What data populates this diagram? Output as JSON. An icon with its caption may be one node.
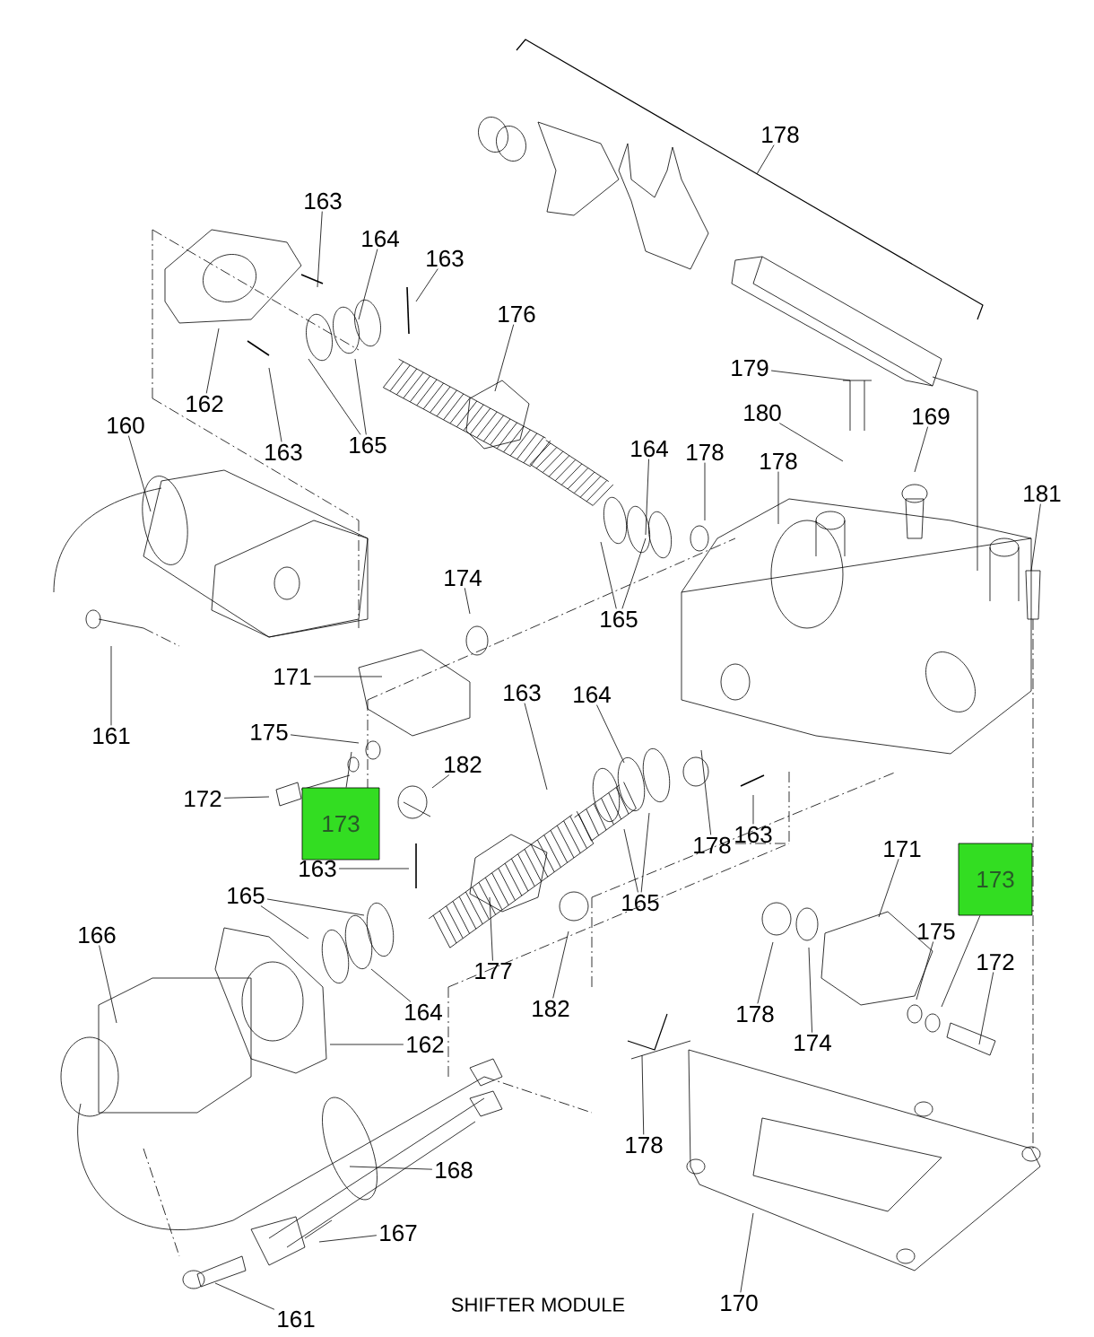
{
  "diagram": {
    "caption": "SHIFTER MODULE",
    "nodes": [
      {
        "text": [
          "178"
        ]
      },
      {
        "text": [
          "163"
        ]
      },
      {
        "text": [
          "164"
        ]
      },
      {
        "text": [
          "163"
        ]
      },
      {
        "text": [
          "176"
        ]
      },
      {
        "text": [
          "162"
        ]
      },
      {
        "text": [
          "163"
        ]
      },
      {
        "text": [
          "165"
        ]
      },
      {
        "text": [
          "160"
        ]
      },
      {
        "text": [
          "164"
        ]
      },
      {
        "text": [
          "179"
        ]
      },
      {
        "text": [
          "180"
        ]
      },
      {
        "text": [
          "178"
        ]
      },
      {
        "text": [
          "178"
        ]
      },
      {
        "text": [
          "169"
        ]
      },
      {
        "text": [
          "165"
        ]
      },
      {
        "text": [
          "181"
        ]
      },
      {
        "text": [
          "174"
        ]
      },
      {
        "text": [
          "171"
        ]
      },
      {
        "text": [
          "161"
        ]
      },
      {
        "text": [
          "175"
        ]
      },
      {
        "text": [
          "172"
        ]
      },
      {
        "text": [
          "173"
        ]
      },
      {
        "text": [
          "182"
        ]
      },
      {
        "text": [
          "163"
        ]
      },
      {
        "text": [
          "163"
        ]
      },
      {
        "text": [
          "164"
        ]
      },
      {
        "text": [
          "178"
        ]
      },
      {
        "text": [
          "163"
        ]
      },
      {
        "text": [
          "165"
        ]
      },
      {
        "text": [
          "165"
        ]
      },
      {
        "text": [
          "177"
        ]
      },
      {
        "text": [
          "164"
        ]
      },
      {
        "text": [
          "166"
        ]
      },
      {
        "text": [
          "162"
        ]
      },
      {
        "text": [
          "182"
        ]
      },
      {
        "text": [
          "171"
        ]
      },
      {
        "text": [
          "173"
        ]
      },
      {
        "text": [
          "175"
        ]
      },
      {
        "text": [
          "172"
        ]
      },
      {
        "text": [
          "178"
        ]
      },
      {
        "text": [
          "174"
        ]
      },
      {
        "text": [
          "178"
        ]
      },
      {
        "text": [
          "168"
        ]
      },
      {
        "text": [
          "167"
        ]
      },
      {
        "text": [
          "161"
        ]
      },
      {
        "text": [
          "170"
        ]
      }
    ],
    "edges": [
      {
        "from": 0,
        "to": null,
        "arrow": "none"
      },
      {
        "from": 1,
        "to": null,
        "arrow": "none"
      },
      {
        "from": 2,
        "to": null,
        "arrow": "none"
      },
      {
        "from": 3,
        "to": null,
        "arrow": "none"
      },
      {
        "from": 4,
        "to": null,
        "arrow": "none"
      },
      {
        "from": 5,
        "to": null,
        "arrow": "none"
      },
      {
        "from": 6,
        "to": null,
        "arrow": "none"
      },
      {
        "from": 7,
        "to": null,
        "arrow": "none"
      },
      {
        "from": 7,
        "to": null,
        "arrow": "none"
      },
      {
        "from": 8,
        "to": null,
        "arrow": "none"
      },
      {
        "from": 9,
        "to": null,
        "arrow": "none"
      },
      {
        "from": 10,
        "to": null,
        "arrow": "none"
      },
      {
        "from": 11,
        "to": null,
        "arrow": "none"
      },
      {
        "from": 12,
        "to": null,
        "arrow": "none"
      },
      {
        "from": 13,
        "to": null,
        "arrow": "none"
      },
      {
        "from": 14,
        "to": null,
        "arrow": "none"
      },
      {
        "from": 15,
        "to": null,
        "arrow": "none"
      },
      {
        "from": 15,
        "to": null,
        "arrow": "none"
      },
      {
        "from": 16,
        "to": null,
        "arrow": "none"
      },
      {
        "from": 17,
        "to": null,
        "arrow": "none"
      },
      {
        "from": 18,
        "to": null,
        "arrow": "none"
      },
      {
        "from": 19,
        "to": null,
        "arrow": "none"
      },
      {
        "from": 20,
        "to": null,
        "arrow": "none"
      },
      {
        "from": 21,
        "to": null,
        "arrow": "none"
      },
      {
        "from": 22,
        "to": null,
        "arrow": "none"
      },
      {
        "from": 23,
        "to": null,
        "arrow": "none"
      },
      {
        "from": 24,
        "to": null,
        "arrow": "none"
      },
      {
        "from": 25,
        "to": null,
        "arrow": "none"
      },
      {
        "from": 26,
        "to": null,
        "arrow": "none"
      },
      {
        "from": 27,
        "to": null,
        "arrow": "none"
      },
      {
        "from": 28,
        "to": null,
        "arrow": "none"
      },
      {
        "from": 29,
        "to": null,
        "arrow": "none"
      },
      {
        "from": 29,
        "to": null,
        "arrow": "none"
      },
      {
        "from": 30,
        "to": null,
        "arrow": "none"
      },
      {
        "from": 30,
        "to": null,
        "arrow": "none"
      },
      {
        "from": 31,
        "to": null,
        "arrow": "none"
      },
      {
        "from": 32,
        "to": null,
        "arrow": "none"
      },
      {
        "from": 33,
        "to": null,
        "arrow": "none"
      },
      {
        "from": 34,
        "to": null,
        "arrow": "none"
      },
      {
        "from": 35,
        "to": null,
        "arrow": "none"
      },
      {
        "from": 36,
        "to": null,
        "arrow": "none"
      },
      {
        "from": 37,
        "to": null,
        "arrow": "none"
      },
      {
        "from": 38,
        "to": null,
        "arrow": "none"
      },
      {
        "from": 39,
        "to": null,
        "arrow": "none"
      },
      {
        "from": 40,
        "to": null,
        "arrow": "none"
      },
      {
        "from": 41,
        "to": null,
        "arrow": "none"
      },
      {
        "from": 42,
        "to": null,
        "arrow": "none"
      },
      {
        "from": 43,
        "to": null,
        "arrow": "none"
      },
      {
        "from": 44,
        "to": null,
        "arrow": "none"
      },
      {
        "from": 45,
        "to": null,
        "arrow": "none"
      },
      {
        "from": 46,
        "to": null,
        "arrow": "none"
      }
    ]
  }
}
